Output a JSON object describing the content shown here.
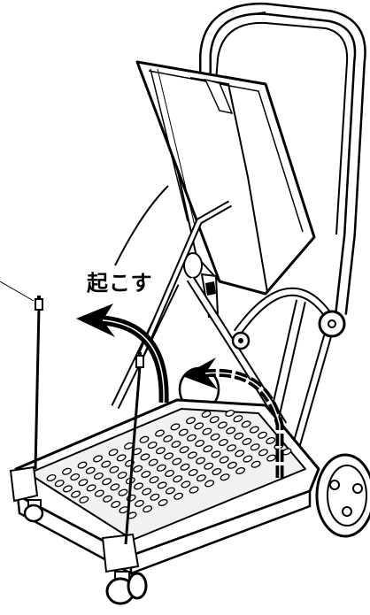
{
  "figure": {
    "instruction_label": "起こす",
    "icons": [
      "cart-frame",
      "handle",
      "backrest",
      "platform",
      "wheel",
      "caster",
      "curved-arrow",
      "pin"
    ],
    "colors": {
      "line": "#000000",
      "fill": "#ffffff",
      "platform_shade": "#f1f1f1",
      "arrow": "#000000"
    }
  }
}
